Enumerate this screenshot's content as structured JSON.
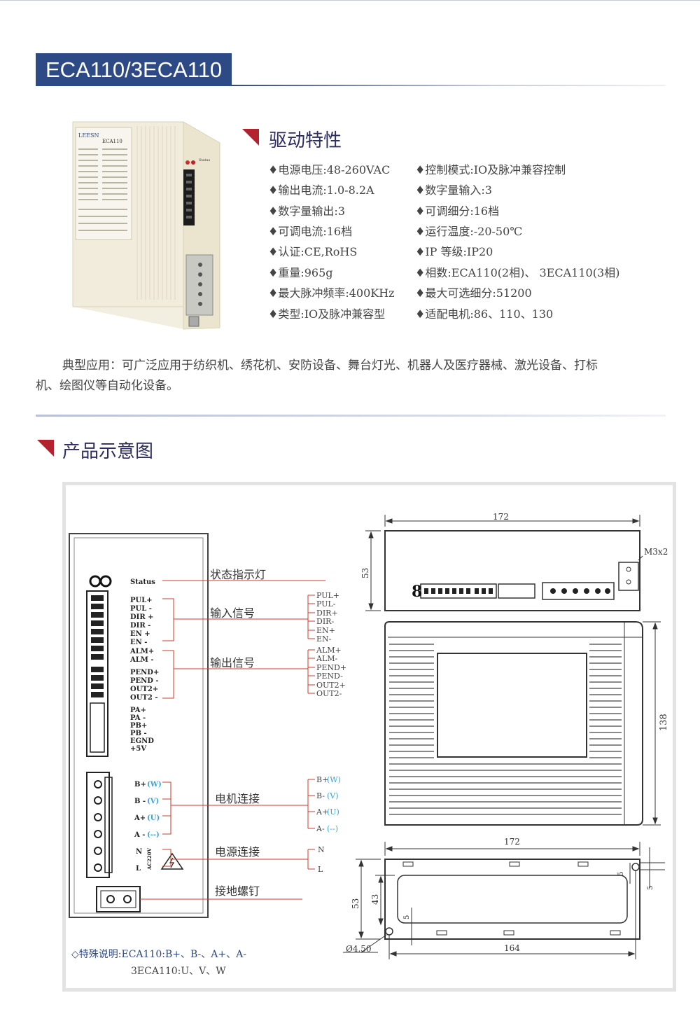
{
  "header": {
    "title": "ECA110/3ECA110"
  },
  "features": {
    "title": "驱动特性",
    "left": [
      "♦电源电压:48-260VAC",
      "♦输出电流:1.0-8.2A",
      "♦数字量输出:3",
      "♦可调电流:16档",
      "♦认证:CE,RoHS",
      "♦重量:965g",
      "♦最大脉冲频率:400KHz",
      "♦类型:IO及脉冲兼容型"
    ],
    "right": [
      "♦控制模式:IO及脉冲兼容控制",
      "♦数字量输入:3",
      "♦可调细分:16档",
      "♦运行温度:-20-50℃",
      "♦IP 等级:IP20",
      "♦相数:ECA110(2相)、 3ECA110(3相)",
      "♦最大可选细分:51200",
      "♦适配电机:86、110、130"
    ]
  },
  "application": {
    "line1": "典型应用：可广泛应用于纺织机、绣花机、安防设备、舞台灯光、机器人及医疗器械、激光设备、打标",
    "line2": "机、绘图仪等自动化设备。"
  },
  "diagram_section": {
    "title": "产品示意图"
  },
  "product_label": {
    "model": "ECA110",
    "brand": "LEESN",
    "status": "Status"
  },
  "panel": {
    "status": "Status",
    "input_pins": [
      "PUL+",
      "PUL -",
      "DIR +",
      "DIR -",
      "EN +",
      "EN -"
    ],
    "output_pins": [
      "ALM+",
      "ALM -",
      "PEND+",
      "PEND -",
      "OUT2+",
      "OUT2 -"
    ],
    "enc_pins": [
      "PA+",
      "PA -",
      "PB+",
      "PB -",
      "EGND",
      "+5V"
    ],
    "motor_pins": [
      {
        "name": "B+",
        "alt": "(W)"
      },
      {
        "name": "B -",
        "alt": "(V)"
      },
      {
        "name": "A+",
        "alt": "(U)"
      },
      {
        "name": "A -",
        "alt": "(--)"
      }
    ],
    "power_pins": [
      "N",
      "L"
    ],
    "ac_label": "AC220V"
  },
  "callouts": {
    "status_light": "状态指示灯",
    "input_signal": "输入信号",
    "output_signal": "输出信号",
    "motor_connect": "电机连接",
    "power_connect": "电源连接",
    "ground_screw": "接地螺钉"
  },
  "branch_labels": {
    "inputs": [
      "PUL+",
      "PUL-",
      "DIR+",
      "DIR-",
      "EN+",
      "EN-"
    ],
    "outputs": [
      "ALM+",
      "ALM-",
      "PEND+",
      "PEND-",
      "OUT2+",
      "OUT2-"
    ],
    "motor": [
      {
        "name": "B+",
        "alt": "(W)"
      },
      {
        "name": "B-",
        "alt": "(V)"
      },
      {
        "name": "A+",
        "alt": "(U)"
      },
      {
        "name": "A-",
        "alt": "(--)"
      }
    ],
    "power": [
      "N",
      "L"
    ]
  },
  "dimensions": {
    "top_width": "172",
    "top_height": "53",
    "screw": "M3x2",
    "front_height": "138",
    "bottom_width": "172",
    "bottom_height": "53",
    "inner_height": "43",
    "hole_spacing": "164",
    "hole_dia": "Ø4.50",
    "offset_a": "5",
    "offset_b": "5",
    "offset_c": "5"
  },
  "note": {
    "line1": "◇特殊说明:ECA110:B+、B-、A+、A-",
    "line2": "3ECA110:U、V、W"
  },
  "colors": {
    "accent": "#2e4a86",
    "marker": "#b3232f",
    "callout_line": "#d23a2a",
    "blue_text": "#3aa0d8"
  }
}
